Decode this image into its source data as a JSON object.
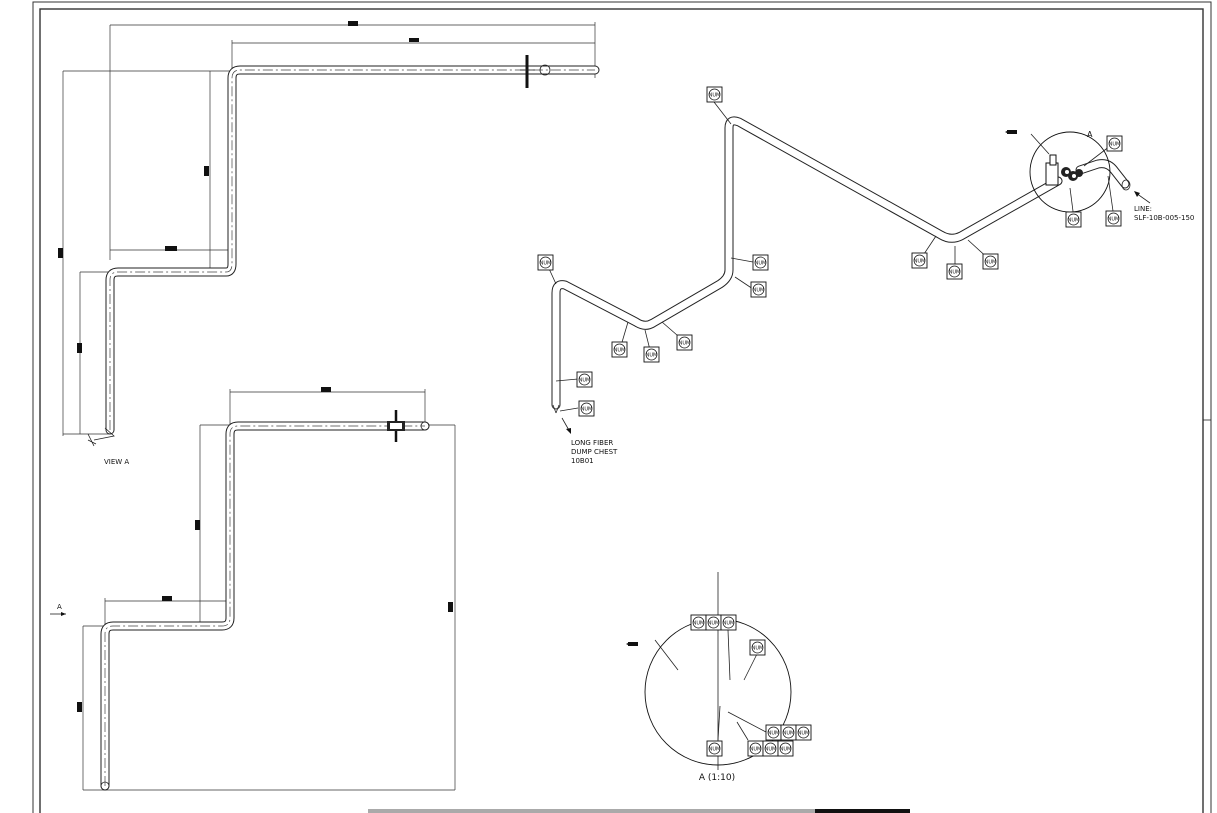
{
  "labels": {
    "view_a": "VIEW A",
    "section_a": "A",
    "detail_a": "A",
    "detail_title": "A (1:10)",
    "line_label": "LINE:",
    "line_id": "SLF-10B-005-150",
    "dest_line1": "LONG FIBER",
    "dest_line2": "DUMP CHEST",
    "dest_line3": "10B01"
  },
  "callout_text": "NUM",
  "colors": {
    "line": "#222222",
    "background": "#ffffff"
  }
}
